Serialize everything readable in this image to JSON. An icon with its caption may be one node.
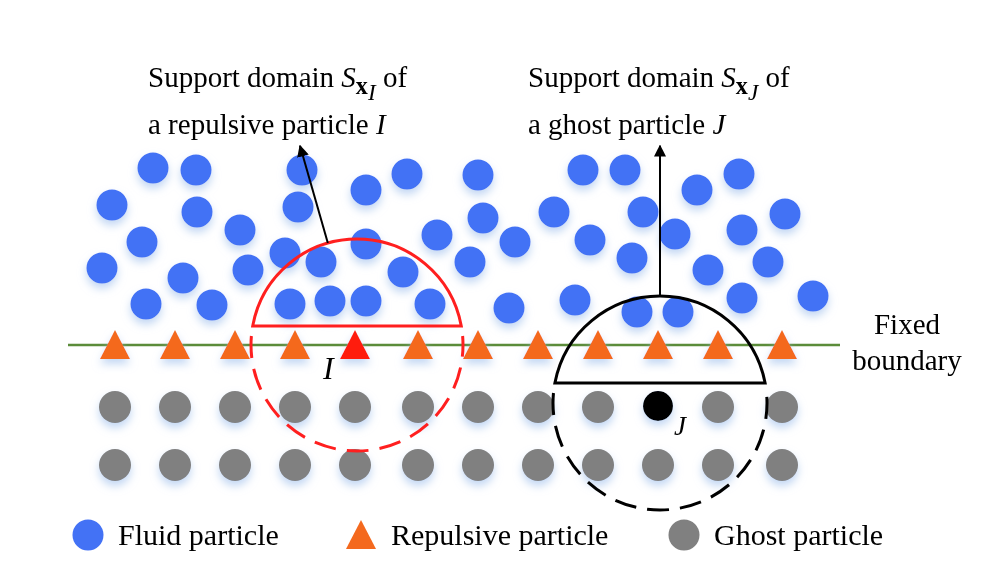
{
  "diagram": {
    "nodes": [
      {
        "text": [
          "Support domain *S*$_{x}$$_{I}$ of a repulsive particle *I*"
        ]
      },
      {
        "text": [],
        "shape": "circle"
      },
      {
        "text": [
          "Support domain *S*$_{x}$$_{J}$ of a ghost particle *J*"
        ]
      },
      {
        "text": [],
        "shape": "circle"
      }
    ],
    "edges": [
      {
        "from": 1,
        "to": 0,
        "arrow": "to"
      },
      {
        "from": 3,
        "to": 2,
        "arrow": "to"
      }
    ],
    "labels": [
      "Fixed boundary",
      "I",
      "J"
    ],
    "legend": [
      {
        "text": "Fluid particle",
        "color": "#4372f5"
      },
      {
        "text": "Repulsive particle",
        "color": "#f4691e"
      },
      {
        "text": "Ghost particle",
        "color": "#808080"
      }
    ]
  }
}
